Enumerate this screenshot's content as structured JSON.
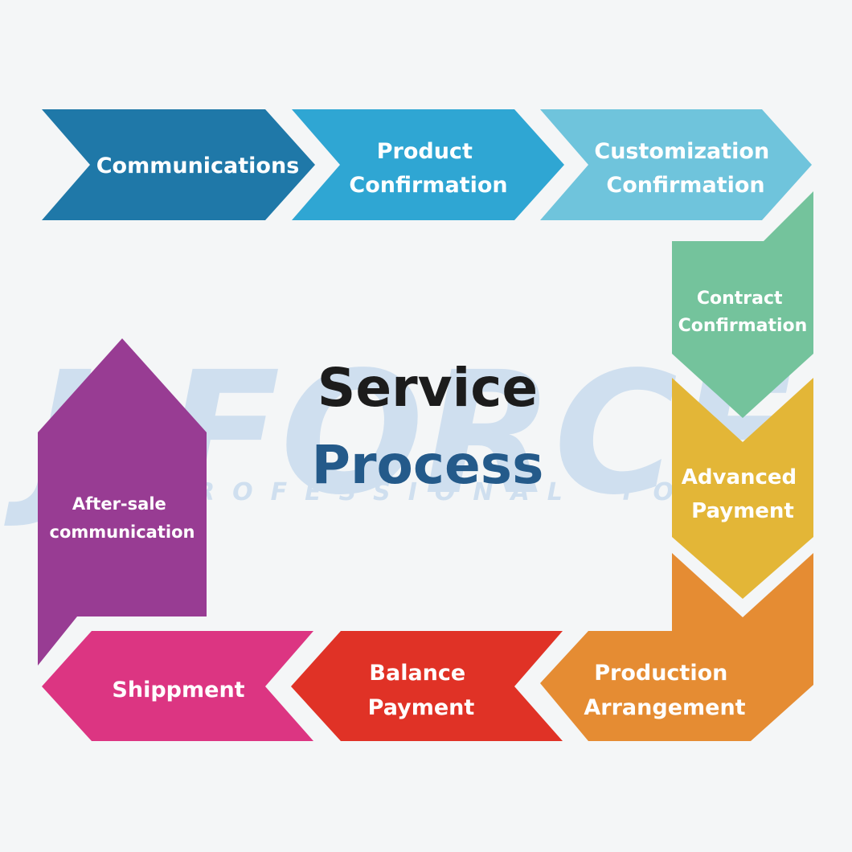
{
  "watermark": {
    "brand": "J-FORCE",
    "tagline_left": "PROFESSIONAL",
    "tagline_right": "TOOLS",
    "color": "#c9dcee"
  },
  "title": {
    "line1": "Service",
    "line2": "Process",
    "line1_color": "#1c1c1c",
    "line2_color": "#245a8a"
  },
  "steps": [
    {
      "id": "communications",
      "lines": [
        "Communications"
      ],
      "color": "#1f78a8"
    },
    {
      "id": "product-confirmation",
      "lines": [
        "Product",
        "Confirmation"
      ],
      "color": "#2fa6d3"
    },
    {
      "id": "customization-confirmation",
      "lines": [
        "Customization",
        "Confirmation"
      ],
      "color": "#6fc4dc"
    },
    {
      "id": "contract-confirmation",
      "lines": [
        "Contract",
        "Confirmation"
      ],
      "color": "#74c39c"
    },
    {
      "id": "advanced-payment",
      "lines": [
        "Advanced",
        "Payment"
      ],
      "color": "#e3b637"
    },
    {
      "id": "production-arrangement",
      "lines": [
        "Production",
        "Arrangement"
      ],
      "color": "#e58c33"
    },
    {
      "id": "balance-payment",
      "lines": [
        "Balance",
        "Payment"
      ],
      "color": "#e03226"
    },
    {
      "id": "shippment",
      "lines": [
        "Shippment"
      ],
      "color": "#dc3582"
    },
    {
      "id": "after-sale-communication",
      "lines": [
        "After-sale",
        "communication"
      ],
      "color": "#983c93"
    }
  ]
}
